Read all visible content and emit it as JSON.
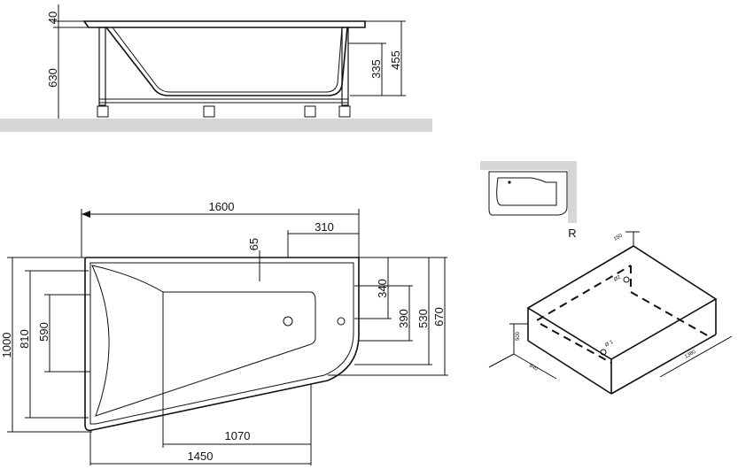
{
  "side_view": {
    "dims": {
      "rim_thickness": "40",
      "total_height": "630",
      "inner_depth": "335",
      "rim_height": "455"
    }
  },
  "plan_view": {
    "dims": {
      "length": "1600",
      "right_offset": "310",
      "drain_offset": "65",
      "height_total": "1000",
      "height_810": "810",
      "height_590": "590",
      "right_340": "340",
      "right_390": "390",
      "right_530": "530",
      "right_670": "670",
      "bottom_1070": "1070",
      "bottom_1450": "1450"
    }
  },
  "orientation_thumb": {
    "label": "R"
  },
  "iso_view": {
    "dims": {
      "top_small": "150",
      "hole_top": "Ø2",
      "hole_front": "Ø 1",
      "height": "500",
      "depth": "840",
      "width": "1380"
    }
  }
}
